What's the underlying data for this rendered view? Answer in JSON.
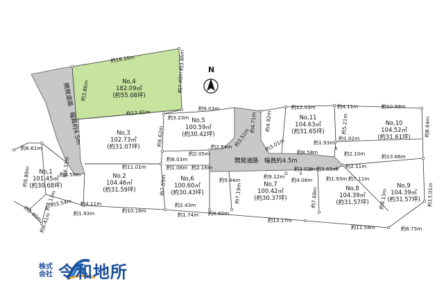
{
  "north": "N",
  "roads": {
    "existing": "開発道路　幅員約4.5m",
    "development": "開発道路　幅員約4.5m"
  },
  "lots": [
    {
      "no": "No,1",
      "area_m2": "101.45㎡",
      "area_tsubo": "(約30.68坪)"
    },
    {
      "no": "No,2",
      "area_m2": "104.46㎡",
      "area_tsubo": "(約31.59坪)"
    },
    {
      "no": "No,3",
      "area_m2": "102.73㎡",
      "area_tsubo": "(約31.07坪)"
    },
    {
      "no": "No,4",
      "area_m2": "182.09㎡",
      "area_tsubo": "(約55.08坪)"
    },
    {
      "no": "No,5",
      "area_m2": "100.59㎡",
      "area_tsubo": "(約30.42坪)"
    },
    {
      "no": "No,6",
      "area_m2": "100.60㎡",
      "area_tsubo": "(約30.43坪)"
    },
    {
      "no": "No,7",
      "area_m2": "100.42㎡",
      "area_tsubo": "(約30.37坪)"
    },
    {
      "no": "No,8",
      "area_m2": "104.39㎡",
      "area_tsubo": "(約31.57坪)"
    },
    {
      "no": "No,9",
      "area_m2": "104.39㎡",
      "area_tsubo": "(約31.57坪)"
    },
    {
      "no": "No,10",
      "area_m2": "104.52㎡",
      "area_tsubo": "(約31.61坪)"
    },
    {
      "no": "No,11",
      "area_m2": "104.63㎡",
      "area_tsubo": "(約31.65坪)"
    }
  ],
  "dimensions": [
    "約18.10m",
    "約3.86m",
    "約7.40m",
    "約3.86m",
    "約12.91m",
    "約9.03m",
    "約3.23m",
    "約12.03m",
    "約4.11m",
    "約10.99m",
    "約4.71m",
    "約4.92m",
    "約5.21m",
    "約8.64m",
    "約6.62m",
    "約2.84m",
    "約3.51m",
    "約3.01m",
    "約1.93m",
    "約1.02m",
    "約8.58m",
    "約2.10m",
    "約2.05m",
    "約8.03m",
    "約2.16m",
    "約11.01m",
    "約1.08m",
    "約13.86m",
    "約2.11m",
    "約3.02m",
    "約3.65m",
    "約4.08m",
    "約1.93m",
    "約7.11m",
    "約6.61m",
    "約9.89m",
    "約6.31m",
    "約4.50m",
    "約7.55m",
    "約9.44m",
    "約9.12m",
    "約7.19m",
    "約7.68m",
    "約8.13m",
    "約13.01m",
    "約3.54m",
    "約4.11m",
    "約4.13m",
    "約2.43m",
    "約8.60m",
    "約13.17m",
    "約11.58m",
    "約6.75m",
    "約1.93m",
    "約10.16m",
    "約1.74m",
    "約5.40m",
    "約6.41m"
  ],
  "points": [
    "A",
    "B",
    "C",
    "D",
    "E"
  ],
  "company": {
    "kabushiki": "株式",
    "kaisha": "会社",
    "name": "令和地所"
  },
  "colors": {
    "lot4_fill": "#c7e3a0",
    "road_fill": "#c8c8c8",
    "brand": "#1d4f9a"
  }
}
